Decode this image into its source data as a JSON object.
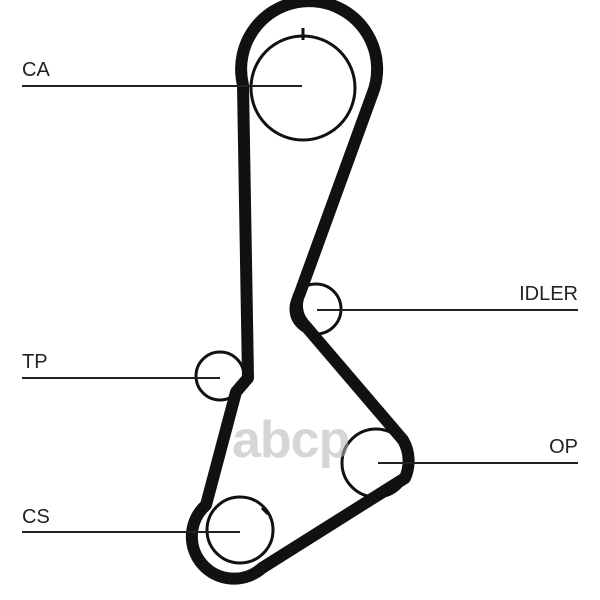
{
  "labels": {
    "ca": "CA",
    "idler": "IDLER",
    "tp": "TP",
    "op": "OP",
    "cs": "CS"
  },
  "watermark": "abcp",
  "colors": {
    "belt": "#111111",
    "line": "#222222",
    "watermark": "#b5b5b5"
  }
}
